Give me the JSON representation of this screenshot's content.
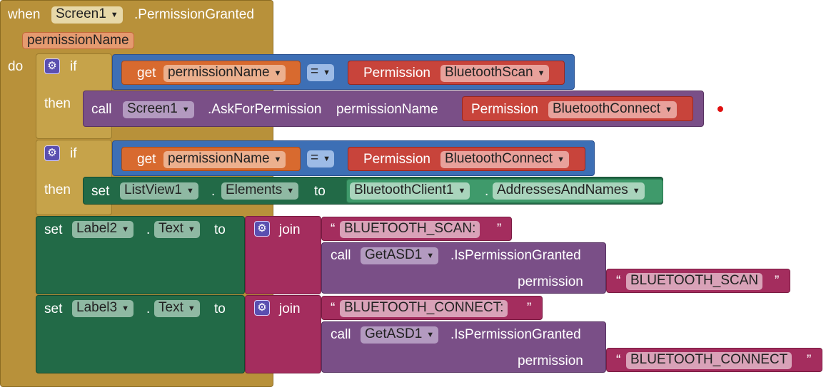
{
  "event": {
    "when": "when",
    "component": "Screen1",
    "event_name": ".PermissionGranted",
    "param": "permissionName",
    "do": "do"
  },
  "if1": {
    "if": "if",
    "get": "get",
    "var": "permissionName",
    "op": "=",
    "perm_word": "Permission",
    "perm": "BluetoothScan",
    "then": "then",
    "call": "call",
    "component": "Screen1",
    "method": ".AskForPermission",
    "arg_name": "permissionName",
    "arg_perm_word": "Permission",
    "arg_perm": "BluetoothConnect"
  },
  "if2": {
    "if": "if",
    "get": "get",
    "var": "permissionName",
    "op": "=",
    "perm_word": "Permission",
    "perm": "BluetoothConnect",
    "then": "then",
    "set": "set",
    "component": "ListView1",
    "dot": ".",
    "prop": "Elements",
    "to": "to",
    "src_component": "BluetoothClient1",
    "src_prop": "AddressesAndNames"
  },
  "set2": {
    "set": "set",
    "component": "Label2",
    "dot": ".",
    "prop": "Text",
    "to": "to",
    "join": "join",
    "str_open": "“",
    "str_close": "”",
    "text": "BLUETOOTH_SCAN:",
    "call": "call",
    "call_component": "GetASD1",
    "method": ".IsPermissionGranted",
    "param": "permission",
    "param_value": "BLUETOOTH_SCAN"
  },
  "set3": {
    "set": "set",
    "component": "Label3",
    "dot": ".",
    "prop": "Text",
    "to": "to",
    "join": "join",
    "str_open": "“",
    "str_close": "”",
    "text": "BLUETOOTH_CONNECT:",
    "call": "call",
    "call_component": "GetASD1",
    "method": ".IsPermissionGranted",
    "param": "permission",
    "param_value": "BLUETOOTH_CONNECT"
  },
  "icons": {
    "dropdown": "▼",
    "gear": "⚙"
  },
  "colors": {
    "event": "#b8913a",
    "control": "#c6a34a",
    "variable": "#d86a2f",
    "compare": "#3d6fb5",
    "permission": "#c8443b",
    "procedure": "#7a4f87",
    "setter": "#226a47",
    "getter": "#3f9a6b",
    "text": "#a42d5e",
    "error": "#e01010"
  }
}
